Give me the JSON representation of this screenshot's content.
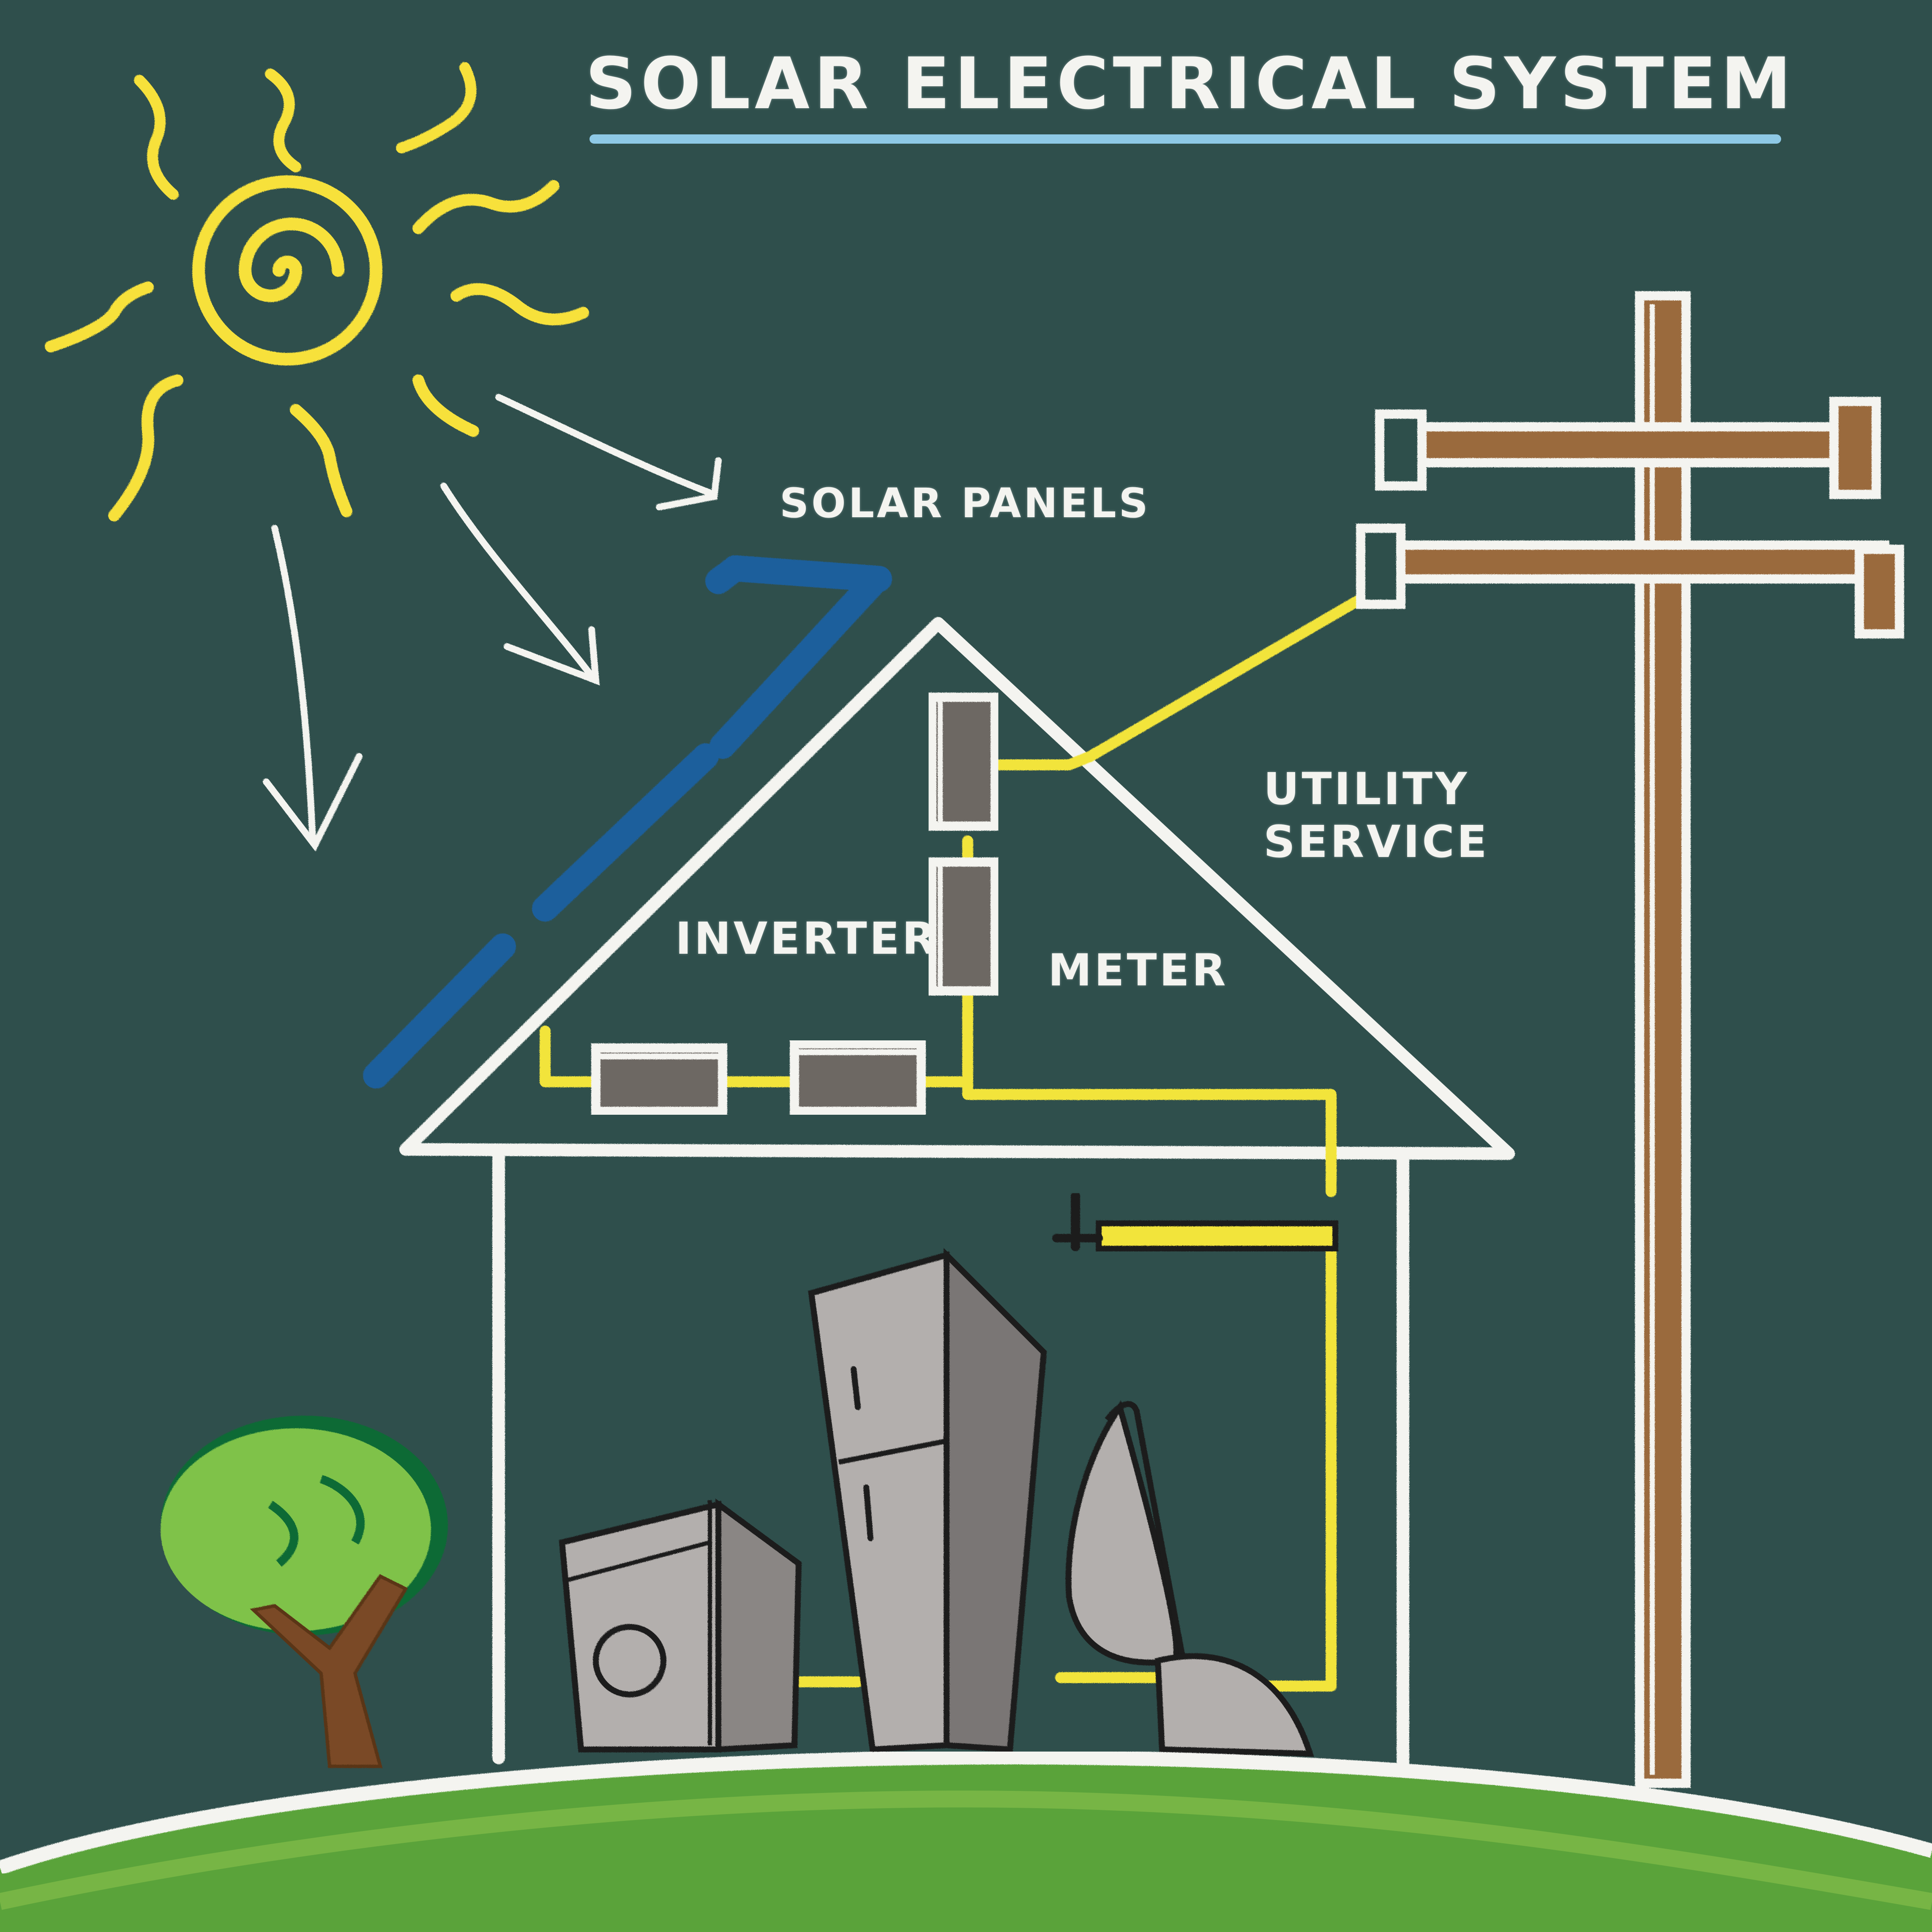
{
  "title": "SOLAR ELECTRICAL SYSTEM",
  "labels": {
    "solar_panels": "SOLAR PANELS",
    "inverter": "INVERTER",
    "meter": "METER",
    "utility_line1": "UTILITY",
    "utility_line2": "SERVICE"
  },
  "colors": {
    "chalkboard": "#2f4f4c",
    "chalk_white": "#f4f4f0",
    "sun_yellow": "#f7e13a",
    "wire_yellow": "#f2e43a",
    "panel_blue": "#1f5f9c",
    "pole_brown": "#9a6a3e",
    "grass_green": "#5aa33a",
    "appliance_gray": "#9a9795"
  },
  "icons": [
    "sun-icon",
    "tree-icon",
    "washing-machine-icon",
    "refrigerator-icon",
    "vacuum-cleaner-icon",
    "utility-pole-icon"
  ]
}
